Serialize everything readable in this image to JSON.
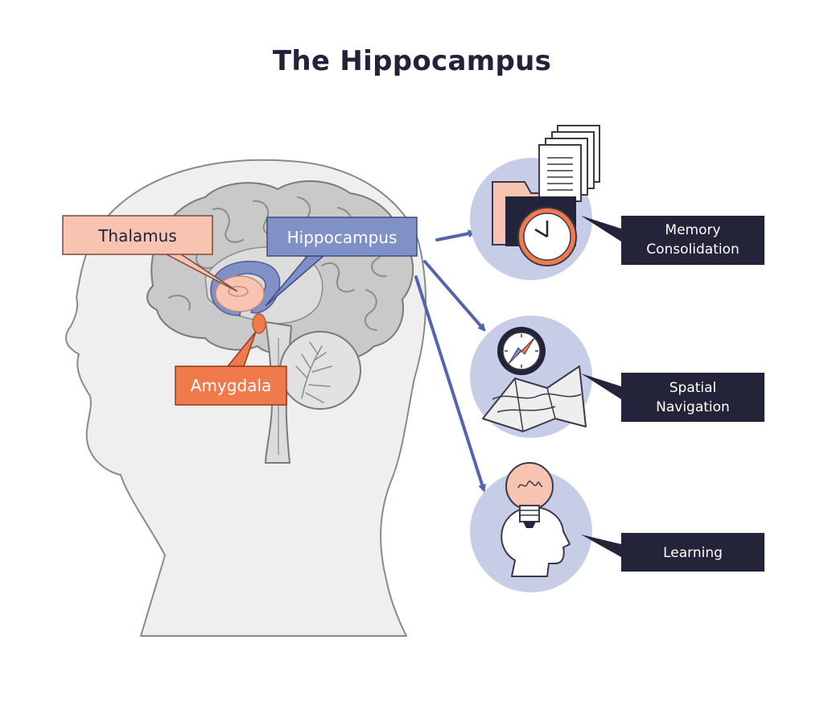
{
  "title": "The Hippocampus",
  "brain_labels": {
    "thalamus": "Thalamus",
    "hippocampus": "Hippocampus",
    "amygdala": "Amygdala"
  },
  "functions": [
    {
      "line1": "Memory",
      "line2": "Consolidation",
      "icon": "clock-folder-icon"
    },
    {
      "line1": "Spatial",
      "line2": "Navigation",
      "icon": "compass-map-icon"
    },
    {
      "line1": "Learning",
      "line2": "",
      "icon": "lightbulb-head-icon"
    }
  ],
  "colors": {
    "title": "#22223a",
    "head": "#efefef",
    "brain": "#c9c9c9",
    "thalamus": "#f8c4b1",
    "hippocampus": "#7f91c6",
    "amygdala": "#f07a4c",
    "icon_circle": "#c7cde6",
    "function_box": "#232339",
    "arrow": "#5366ad"
  }
}
